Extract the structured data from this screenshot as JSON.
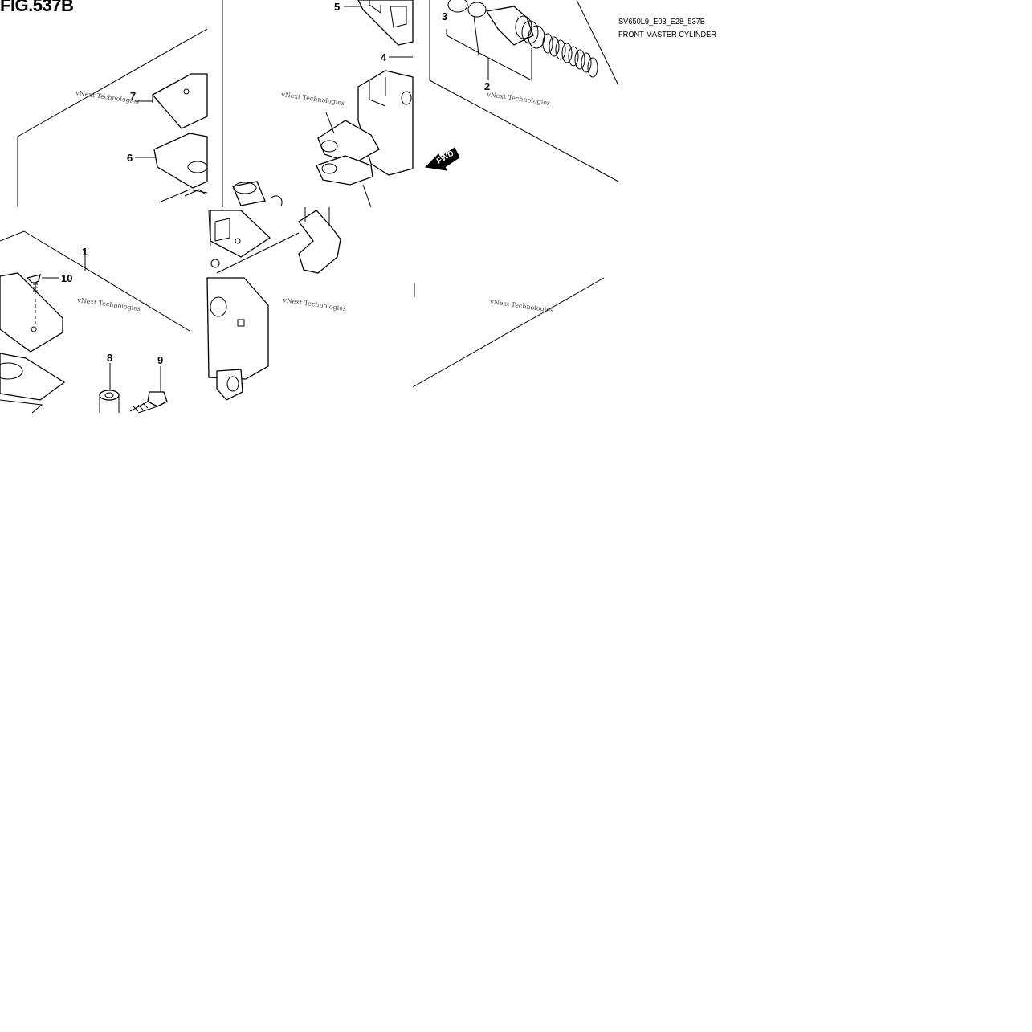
{
  "figure": {
    "title": "FIG.537B",
    "code": "SV650L9_E03_E28_537B",
    "name": "FRONT MASTER CYLINDER"
  },
  "callouts": [
    "1",
    "2",
    "3",
    "4",
    "5",
    "6",
    "7",
    "8",
    "9",
    "10"
  ],
  "watermark": "vNext Technologies",
  "direction_label": "FWD"
}
